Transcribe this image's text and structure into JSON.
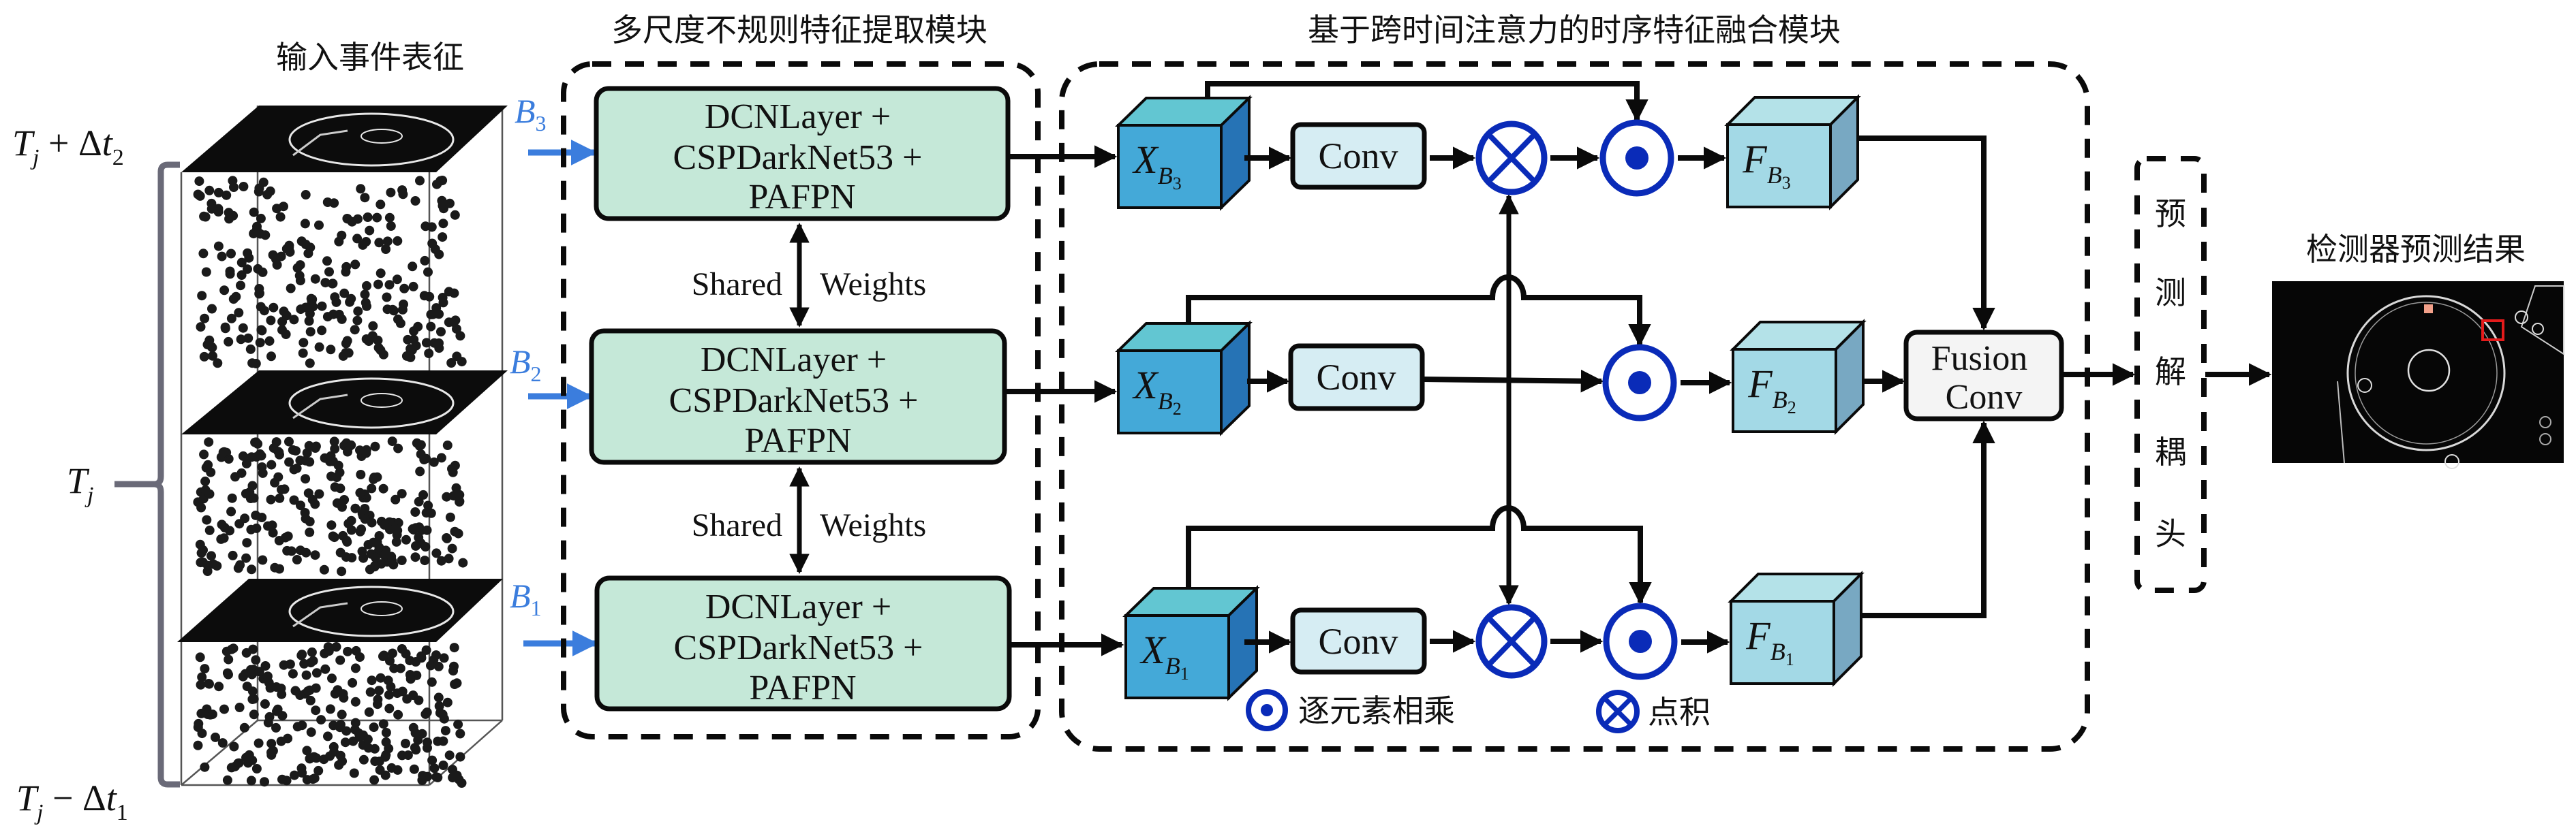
{
  "colors": {
    "block_fill": "#c5e8d8",
    "conv_fill": "#d6edf3",
    "fusion_fill": "#f4f4f4",
    "x_cube_front": "#44a9d8",
    "x_cube_top": "#62c6d2",
    "x_cube_side": "#2673b5",
    "f_cube_front": "#a3d9e6",
    "f_cube_top": "#b4e2e8",
    "f_cube_side": "#78a8c2",
    "operator_blue": "#0a2bb8",
    "input_arrow_blue": "#3b7ddd",
    "label_blue": "#3b7ddd",
    "stroke": "#0a0a0a",
    "bracket_gray": "#6a6a78"
  },
  "input_section": {
    "title": "输入事件表征",
    "time_top": {
      "main": "T",
      "sub": "j",
      "op": " + Δ",
      "var": "t",
      "var_sub": "2"
    },
    "time_mid": {
      "main": "T",
      "sub": "j"
    },
    "time_bottom": {
      "main": "T",
      "sub": "j",
      "op": " − Δ",
      "var": "t",
      "var_sub": "1"
    },
    "bins": [
      {
        "name": "B",
        "sub": "3"
      },
      {
        "name": "B",
        "sub": "2"
      },
      {
        "name": "B",
        "sub": "1"
      }
    ]
  },
  "extraction_module": {
    "title": "多尺度不规则特征提取模块",
    "blocks": [
      {
        "lines": [
          "DCNLayer +",
          "CSPDarkNet53 +",
          "PAFPN"
        ]
      },
      {
        "lines": [
          "DCNLayer +",
          "CSPDarkNet53 +",
          "PAFPN"
        ]
      },
      {
        "lines": [
          "DCNLayer +",
          "CSPDarkNet53 +",
          "PAFPN"
        ]
      }
    ],
    "shared_left": "Shared",
    "shared_right": "Weights"
  },
  "fusion_module": {
    "title": "基于跨时间注意力的时序特征融合模块",
    "inputs": [
      {
        "main": "X",
        "sub": "B",
        "subsub": "3"
      },
      {
        "main": "X",
        "sub": "B",
        "subsub": "2"
      },
      {
        "main": "X",
        "sub": "B",
        "subsub": "1"
      }
    ],
    "conv_label": "Conv",
    "outputs": [
      {
        "main": "F",
        "sub": "B",
        "subsub": "3"
      },
      {
        "main": "F",
        "sub": "B",
        "subsub": "2"
      },
      {
        "main": "F",
        "sub": "B",
        "subsub": "1"
      }
    ],
    "fusion_conv": [
      "Fusion",
      "Conv"
    ],
    "legend": [
      {
        "icon": "hadamard-product-icon",
        "label": "逐元素相乘"
      },
      {
        "icon": "dot-product-icon",
        "label": "点积"
      }
    ]
  },
  "prediction_head": {
    "chars": [
      "预",
      "测",
      "解",
      "耦",
      "头"
    ]
  },
  "result": {
    "title": "检测器预测结果"
  }
}
